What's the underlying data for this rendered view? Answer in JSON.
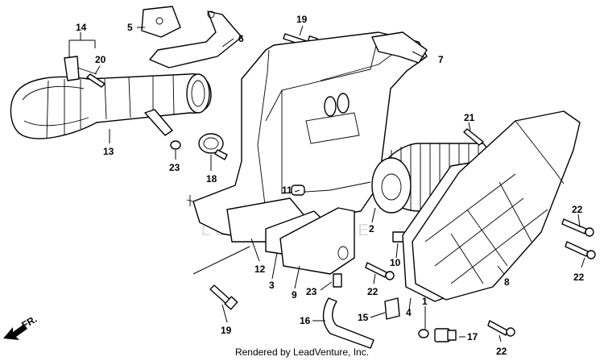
{
  "callouts": {
    "c14": "14",
    "c20": "20",
    "c13": "13",
    "c23a": "23",
    "c18": "18",
    "c5": "5",
    "c6": "6",
    "c19a": "19",
    "c7": "7",
    "c21": "21",
    "c11": "11",
    "c2": "2",
    "c10": "10",
    "c12": "12",
    "c3": "3",
    "c9": "9",
    "c23b": "23",
    "c22a": "22",
    "c1": "1",
    "c4": "4",
    "c8": "8",
    "c22b": "22",
    "c22c": "22",
    "c19b": "19",
    "c16": "16",
    "c15": "15",
    "c17": "17",
    "c22d": "22"
  },
  "direction_label": "FR.",
  "watermark_text": "LEADVENTURE",
  "credit_text": "Rendered by LeadVenture, Inc."
}
